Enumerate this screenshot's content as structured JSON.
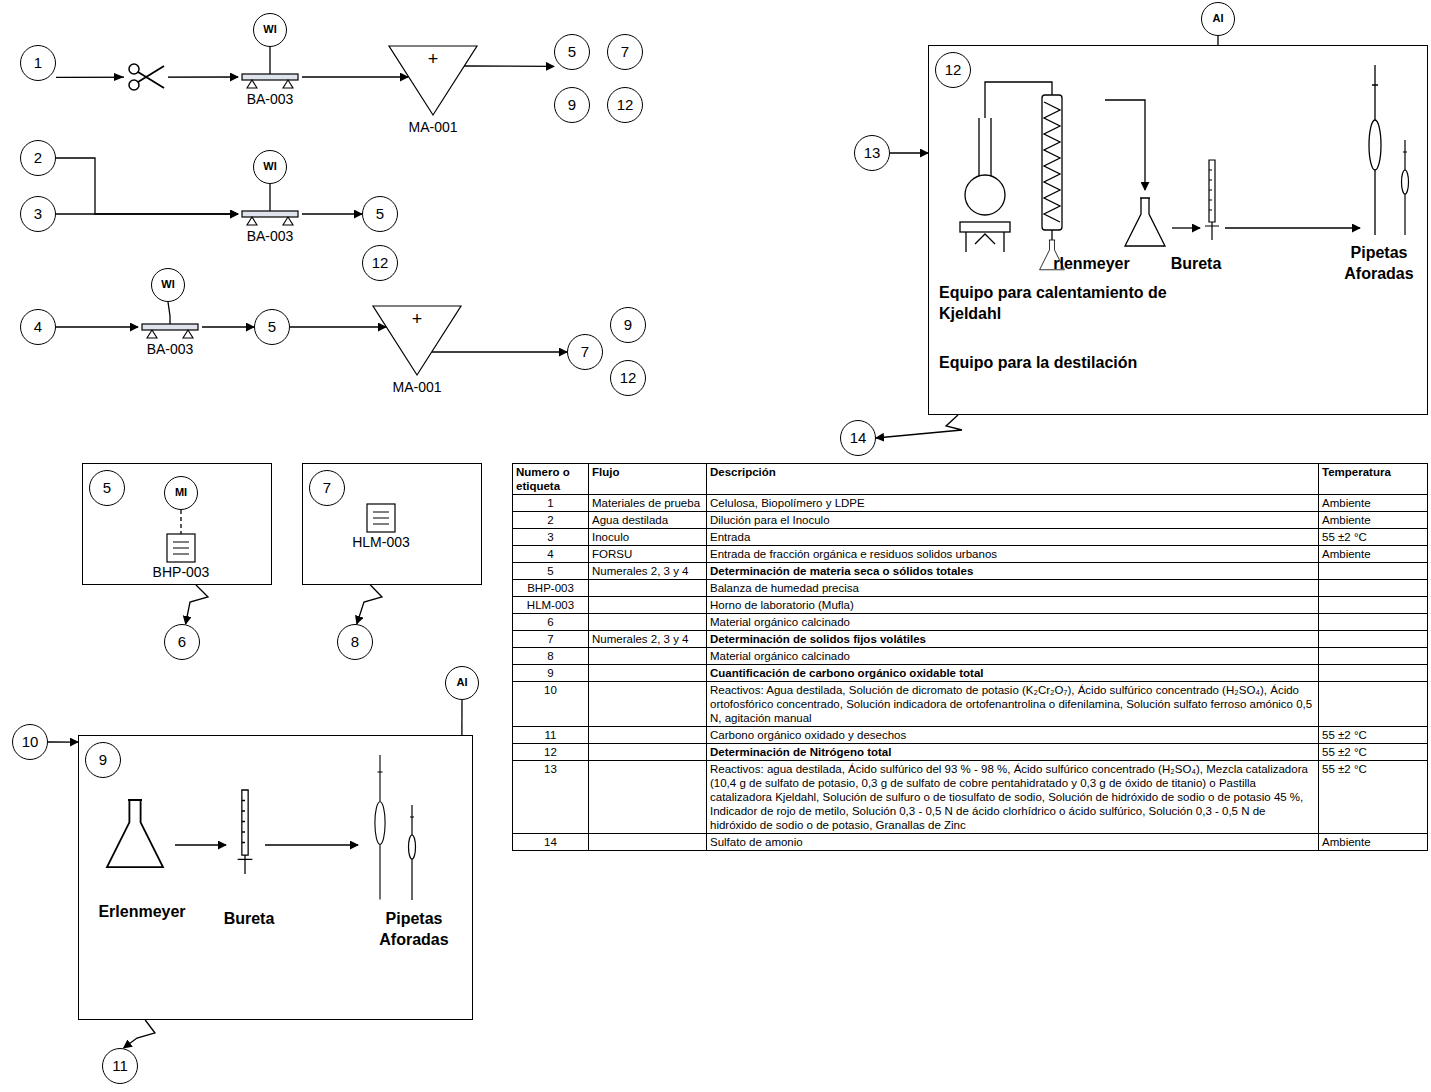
{
  "diagram": {
    "nodes": [
      {
        "text": [
          "1"
        ]
      },
      {
        "text": [
          "WI"
        ]
      },
      {
        "text": [
          "BA-003"
        ]
      },
      {
        "text": [
          "+",
          "MA-001"
        ]
      },
      {
        "text": [
          "5"
        ]
      },
      {
        "text": [
          "7"
        ]
      },
      {
        "text": [
          "9"
        ]
      },
      {
        "text": [
          "12"
        ]
      },
      {
        "text": [
          "2"
        ]
      },
      {
        "text": [
          "3"
        ]
      },
      {
        "text": [
          "WI"
        ]
      },
      {
        "text": [
          "BA-003"
        ]
      },
      {
        "text": [
          "5"
        ]
      },
      {
        "text": [
          "12"
        ]
      },
      {
        "text": [
          "4"
        ]
      },
      {
        "text": [
          "WI"
        ]
      },
      {
        "text": [
          "BA-003"
        ]
      },
      {
        "text": [
          "5"
        ]
      },
      {
        "text": [
          "+",
          "MA-001"
        ]
      },
      {
        "text": [
          "7"
        ]
      },
      {
        "text": [
          "9"
        ]
      },
      {
        "text": [
          "12"
        ]
      },
      {
        "text": [
          "AI"
        ]
      },
      {
        "text": [
          "12",
          "Equipo para calentamiento de Kjeldahl",
          "Equipo para la destilación",
          "rlenmeyer",
          "Bureta",
          "Pipetas Aforadas"
        ]
      },
      {
        "text": [
          "13"
        ]
      },
      {
        "text": [
          "14"
        ]
      },
      {
        "text": [
          "5"
        ]
      },
      {
        "text": [
          "MI"
        ],
        "in": 26
      },
      {
        "text": [
          "BHP-003"
        ],
        "in": 26
      },
      {
        "text": [
          "7"
        ]
      },
      {
        "text": [
          "HLM-003"
        ],
        "in": 29
      },
      {
        "text": [
          "6"
        ]
      },
      {
        "text": [
          "8"
        ]
      },
      {
        "text": [
          "AI"
        ]
      },
      {
        "text": [
          "10"
        ]
      },
      {
        "text": [
          "9",
          "Erlenmeyer",
          "Bureta",
          "Pipetas Aforadas"
        ]
      },
      {
        "text": [
          "11"
        ]
      }
    ],
    "edges": [
      {
        "from": 0,
        "to": 2,
        "arrow": "to"
      },
      {
        "from": 1,
        "to": 2,
        "arrow": "none"
      },
      {
        "from": 2,
        "to": 3,
        "arrow": "to"
      },
      {
        "from": 3,
        "to": 4,
        "arrow": "to"
      },
      {
        "from": 8,
        "to": 11,
        "arrow": "to"
      },
      {
        "from": 9,
        "to": 11,
        "arrow": "to"
      },
      {
        "from": 10,
        "to": 11,
        "arrow": "none"
      },
      {
        "from": 11,
        "to": 12,
        "arrow": "to"
      },
      {
        "from": 14,
        "to": 16,
        "arrow": "to"
      },
      {
        "from": 15,
        "to": 16,
        "arrow": "none"
      },
      {
        "from": 16,
        "to": 17,
        "arrow": "to"
      },
      {
        "from": 17,
        "to": 18,
        "arrow": "to"
      },
      {
        "from": 18,
        "to": 19,
        "arrow": "to"
      },
      {
        "from": 22,
        "to": 23,
        "arrow": "none"
      },
      {
        "from": 24,
        "to": 23,
        "arrow": "to"
      },
      {
        "from": 23,
        "to": 25,
        "arrow": "to"
      },
      {
        "from": 26,
        "to": 31,
        "arrow": "to"
      },
      {
        "from": 27,
        "to": 28,
        "arrow": "none"
      },
      {
        "from": 29,
        "to": 32,
        "arrow": "to"
      },
      {
        "from": 33,
        "to": 35,
        "arrow": "none"
      },
      {
        "from": 34,
        "to": 35,
        "arrow": "to"
      },
      {
        "from": 35,
        "to": 36,
        "arrow": "to"
      }
    ],
    "labels": [
      "Numero o etiqueta",
      "Flujo",
      "Descripción",
      "Temperatura",
      "1",
      "Materiales de prueba",
      "Celulosa, Biopolímero y LDPE",
      "Ambiente",
      "2",
      "Agua destilada",
      "Dilución para el Inoculo",
      "Ambiente",
      "3",
      "Inoculo",
      "Entrada",
      "55 ±2 °C",
      "4",
      "FORSU",
      "Entrada de fracción orgánica e residuos solidos urbanos",
      "Ambiente",
      "5",
      "Numerales 2, 3 y 4",
      "Determinación de materia seca o sólidos totales",
      "BHP-003",
      "Balanza de humedad precisa",
      "HLM-003",
      "Horno de laboratorio (Mufla)",
      "6",
      "Material orgánico calcinado",
      "7",
      "Numerales 2, 3 y 4",
      "Determinación de solidos fijos volátiles",
      "8",
      "Material orgánico calcinado",
      "9",
      "Cuantificación de carbono orgánico oxidable total",
      "10",
      "Reactivos: Agua destilada, Solución de dicromato de potasio (K₂Cr₂O₇), Ácido sulfúrico concentrado (H₂SO₄), Ácido ortofosfórico concentrado, Solución indicadora de ortofenantrolina o difenilamina, Solución sulfato ferroso amónico 0,5 N, agitación manual",
      "11",
      "Carbono orgánico oxidado y desechos",
      "55 ±2 °C",
      "12",
      "Determinación de Nitrógeno total",
      "55 ±2 °C",
      "13",
      "Reactivos: agua destilada, Ácido sulfúrico del 93 % - 98 %, Ácido sulfúrico concentrado (H₂SO₄), Mezcla catalizadora (10,4 g de sulfato de potasio, 0,3 g de sulfato de cobre pentahidratado y 0,3 g de óxido de titanio) o Pastilla catalizadora Kjeldahl, Solución de sulfuro o de tiosulfato de sodio, Solución de hidróxido de sodio o de potasio 45 %, Indicador de rojo de metilo, Solución 0,3 - 0,5 N de ácido clorhídrico o ácido sulfúrico, Solución 0,3 - 0,5 N de hidróxido de sodio o de potasio, Granallas de Zinc",
      "55 ±2 °C",
      "14",
      "Sulfato de amonio",
      "Ambiente"
    ]
  }
}
